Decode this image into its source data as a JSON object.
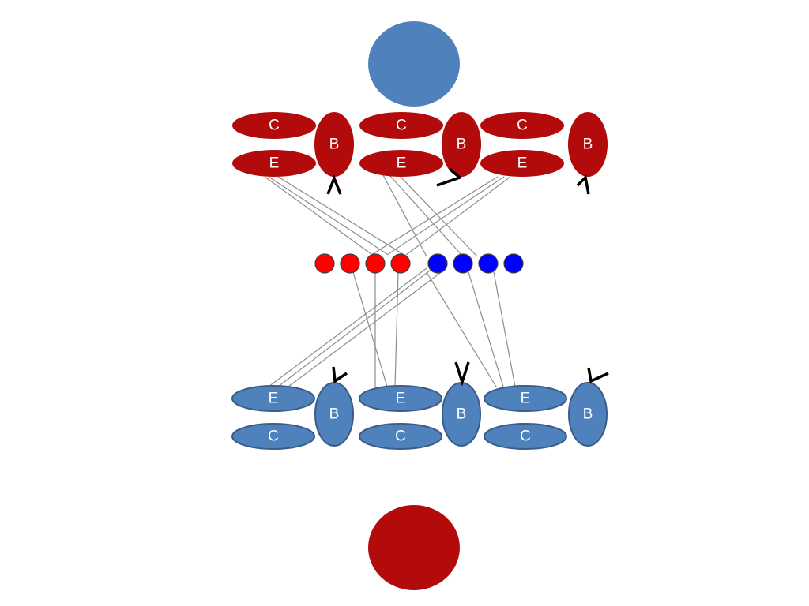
{
  "colors": {
    "red_fill": "#b30b0b",
    "blue_fill": "#4f81bd",
    "blue_stroke": "#385d8a",
    "bead_red": "#ff0000",
    "bead_blue": "#0000ff",
    "line": "#8c8c8c",
    "mark": "#000000",
    "label_text": "#ffffff"
  },
  "top_cell": {
    "color": "blue"
  },
  "bottom_cell": {
    "color": "red"
  },
  "upper_units": [
    {
      "c": "C",
      "e": "E",
      "b": "B"
    },
    {
      "c": "C",
      "e": "E",
      "b": "B"
    },
    {
      "c": "C",
      "e": "E",
      "b": "B"
    }
  ],
  "lower_units": [
    {
      "e": "E",
      "c": "C",
      "b": "B"
    },
    {
      "e": "E",
      "c": "C",
      "b": "B"
    },
    {
      "e": "E",
      "c": "C",
      "b": "B"
    }
  ],
  "beads": {
    "red_count": 4,
    "blue_count": 4
  },
  "mark_icon": "hook-mark-icon"
}
